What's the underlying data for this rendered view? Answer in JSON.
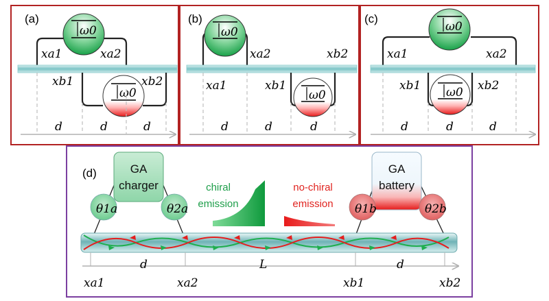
{
  "panels": {
    "a": {
      "label": "(a)",
      "atom_a": "ω0",
      "atom_b": "ω0",
      "coupling_labels": [
        "xa1",
        "xa2",
        "xb1",
        "xb2"
      ],
      "spacings": [
        "d",
        "d",
        "d"
      ]
    },
    "b": {
      "label": "(b)",
      "atom_a": "ω0",
      "atom_b": "ω0",
      "coupling_labels": [
        "xa1",
        "xa2",
        "xb1",
        "xb2"
      ],
      "spacings": [
        "d",
        "d",
        "d"
      ]
    },
    "c": {
      "label": "(c)",
      "atom_a": "ω0",
      "atom_b": "ω0",
      "coupling_labels": [
        "xa1",
        "xa2",
        "xb1",
        "xb2"
      ],
      "spacings": [
        "d",
        "d",
        "d"
      ]
    },
    "d": {
      "label": "(d)",
      "charger_line1": "GA",
      "charger_line2": "charger",
      "battery_line1": "GA",
      "battery_line2": "battery",
      "chiral_line1": "chiral",
      "chiral_line2": "emission",
      "nochiral_line1": "no-chiral",
      "nochiral_line2": "emission",
      "phases": [
        "θ1a",
        "θ2a",
        "θ1b",
        "θ2b"
      ],
      "spacing_labels": [
        "d",
        "L",
        "d"
      ],
      "positions": [
        "xa1",
        "xa2",
        "xb1",
        "xb2"
      ]
    }
  },
  "colors": {
    "frame_top": "#b22222",
    "frame_bottom": "#7b3fa0",
    "waveguide": "#8fcfd0",
    "green": "#1fae4f",
    "red": "#e41e1e"
  }
}
